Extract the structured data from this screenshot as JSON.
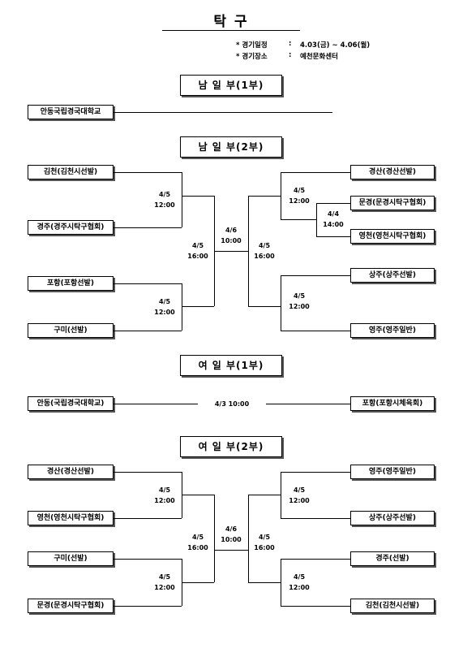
{
  "header": {
    "title": "탁    구",
    "schedule_label": "* 경기일정",
    "schedule_colon": ":",
    "schedule_value": "4.03(금) ~ 4.06(월)",
    "venue_label": "* 경기장소",
    "venue_colon": ":",
    "venue_value": "예천문화센터"
  },
  "men1": {
    "title": "남 일 부(1부)",
    "team": "안동국립경국대학교"
  },
  "men2": {
    "title": "남 일 부(2부)",
    "left": [
      "김천(김천시선발)",
      "경주(경주시탁구협회)",
      "포항(포항선발)",
      "구미(선발)"
    ],
    "right": [
      "경산(경산선발)",
      "문경(문경시탁구협회)",
      "영천(영천시탁구협회)",
      "상주(상주선발)",
      "영주(영주일반)"
    ],
    "m_left_top": {
      "date": "4/5",
      "time": "12:00"
    },
    "m_left_bot": {
      "date": "4/5",
      "time": "12:00"
    },
    "m_left_semi": {
      "date": "4/5",
      "time": "16:00"
    },
    "m_final": {
      "date": "4/6",
      "time": "10:00"
    },
    "m_right_semi": {
      "date": "4/5",
      "time": "16:00"
    },
    "m_right_top": {
      "date": "4/5",
      "time": "12:00"
    },
    "m_right_pre": {
      "date": "4/4",
      "time": "14:00"
    },
    "m_right_bot": {
      "date": "4/5",
      "time": "12:00"
    }
  },
  "women1": {
    "title": "여 일 부(1부)",
    "left": "안동(국립경국대학교)",
    "right": "포항(포항시체육회)",
    "match": "4/3 10:00"
  },
  "women2": {
    "title": "여 일 부(2부)",
    "left": [
      "경산(경산선발)",
      "영천(영천시탁구협회)",
      "구미(선발)",
      "문경(문경시탁구협회)"
    ],
    "right": [
      "영주(영주일반)",
      "상주(상주선발)",
      "경주(선발)",
      "김천(김천시선발)"
    ],
    "m_left_top": {
      "date": "4/5",
      "time": "12:00"
    },
    "m_left_bot": {
      "date": "4/5",
      "time": "12:00"
    },
    "m_left_semi": {
      "date": "4/5",
      "time": "16:00"
    },
    "m_final": {
      "date": "4/6",
      "time": "10:00"
    },
    "m_right_semi": {
      "date": "4/5",
      "time": "16:00"
    },
    "m_right_top": {
      "date": "4/5",
      "time": "12:00"
    },
    "m_right_bot": {
      "date": "4/5",
      "time": "12:00"
    }
  }
}
